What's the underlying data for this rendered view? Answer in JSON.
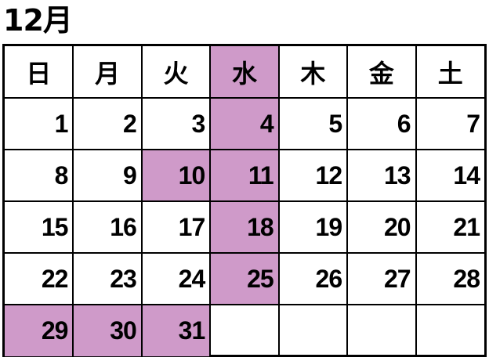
{
  "title": "12月",
  "highlight_color": "#cf9ac9",
  "weekdays": [
    "日",
    "月",
    "火",
    "水",
    "木",
    "金",
    "土"
  ],
  "highlighted_weekday_index": 3,
  "weeks": [
    [
      {
        "day": "1",
        "highlighted": false
      },
      {
        "day": "2",
        "highlighted": false
      },
      {
        "day": "3",
        "highlighted": false
      },
      {
        "day": "4",
        "highlighted": true
      },
      {
        "day": "5",
        "highlighted": false
      },
      {
        "day": "6",
        "highlighted": false
      },
      {
        "day": "7",
        "highlighted": false
      }
    ],
    [
      {
        "day": "8",
        "highlighted": false
      },
      {
        "day": "9",
        "highlighted": false
      },
      {
        "day": "10",
        "highlighted": true
      },
      {
        "day": "11",
        "highlighted": true
      },
      {
        "day": "12",
        "highlighted": false
      },
      {
        "day": "13",
        "highlighted": false
      },
      {
        "day": "14",
        "highlighted": false
      }
    ],
    [
      {
        "day": "15",
        "highlighted": false
      },
      {
        "day": "16",
        "highlighted": false
      },
      {
        "day": "17",
        "highlighted": false
      },
      {
        "day": "18",
        "highlighted": true
      },
      {
        "day": "19",
        "highlighted": false
      },
      {
        "day": "20",
        "highlighted": false
      },
      {
        "day": "21",
        "highlighted": false
      }
    ],
    [
      {
        "day": "22",
        "highlighted": false
      },
      {
        "day": "23",
        "highlighted": false
      },
      {
        "day": "24",
        "highlighted": false
      },
      {
        "day": "25",
        "highlighted": true
      },
      {
        "day": "26",
        "highlighted": false
      },
      {
        "day": "27",
        "highlighted": false
      },
      {
        "day": "28",
        "highlighted": false
      }
    ],
    [
      {
        "day": "29",
        "highlighted": true
      },
      {
        "day": "30",
        "highlighted": true
      },
      {
        "day": "31",
        "highlighted": true
      },
      {
        "day": "",
        "highlighted": false
      },
      {
        "day": "",
        "highlighted": false
      },
      {
        "day": "",
        "highlighted": false
      },
      {
        "day": "",
        "highlighted": false
      }
    ]
  ]
}
